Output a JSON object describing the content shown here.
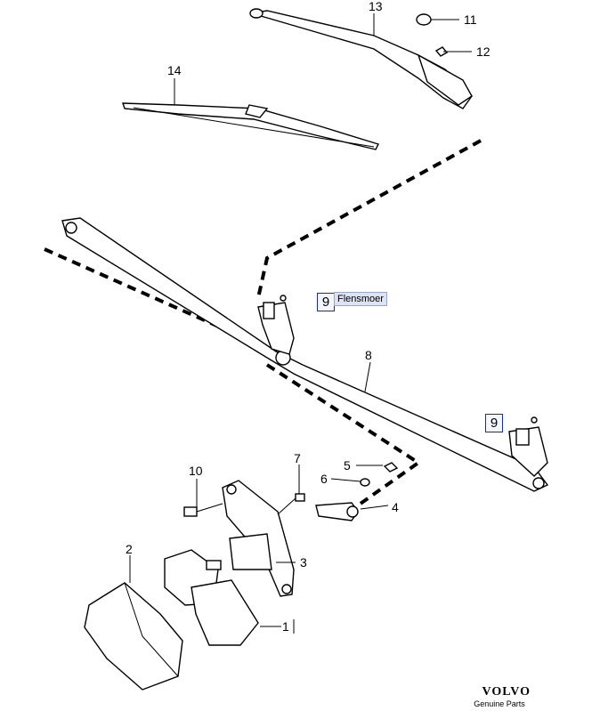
{
  "labels": {
    "p1": "1",
    "p2": "2",
    "p3": "3",
    "p4": "4",
    "p5": "5",
    "p6": "6",
    "p7": "7",
    "p8": "8",
    "p10": "10",
    "p11": "11",
    "p12": "12",
    "p13": "13",
    "p14": "14"
  },
  "hotspots": {
    "h9a": "9",
    "h9b": "9"
  },
  "tooltip": "Flensmoer",
  "brand": {
    "name": "VOLVO",
    "subtitle": "Genuine Parts"
  }
}
